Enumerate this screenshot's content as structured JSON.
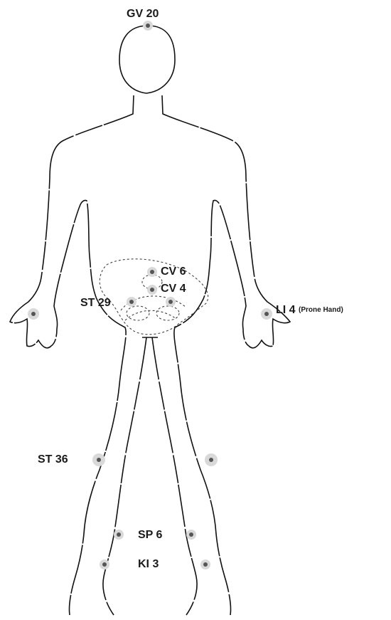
{
  "points": {
    "gv20": {
      "label": "GV 20"
    },
    "cv6": {
      "label": "CV 6"
    },
    "cv4": {
      "label": "CV 4"
    },
    "st29": {
      "label": "ST 29"
    },
    "li4": {
      "label": "LI 4",
      "note": "(Prone Hand)"
    },
    "st36": {
      "label": "ST 36"
    },
    "sp6": {
      "label": "SP 6"
    },
    "ki3": {
      "label": "KI 3"
    }
  },
  "colors": {
    "outline": "#111111",
    "point": "#555555",
    "halo": "#d9d9d9",
    "text": "#1a1a1a"
  }
}
